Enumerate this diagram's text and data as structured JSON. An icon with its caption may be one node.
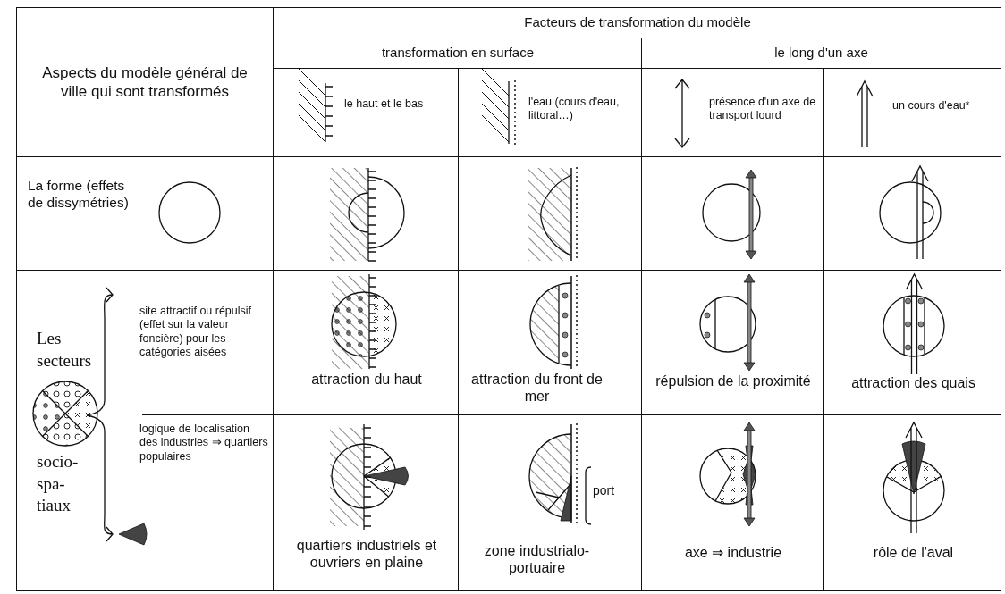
{
  "diagram": {
    "labels": [
      "Aspects du modèle général de ville qui sont transformés",
      "Facteurs de transformation du modèle",
      "transformation en surface",
      "le long d'un axe",
      "le haut et le bas",
      "l'eau (cours d'eau, littoral…)",
      "présence d'un axe de transport lourd",
      "un cours d'eau*",
      "La forme (effets de dissymétries)",
      "Les secteurs",
      "socio- spa- tiaux",
      "site attractif ou répulsif (effet sur la valeur foncière) pour les catégories aisées",
      "logique de localisation des industries ⇒ quartiers populaires",
      "attraction du haut",
      "attraction du front de mer",
      "répulsion de la proximité",
      "attraction des quais",
      "quartiers industriels et ouvriers en plaine",
      "zone industrialo- portuaire",
      "port",
      "axe ⇒ industrie",
      "rôle de l'aval"
    ]
  }
}
